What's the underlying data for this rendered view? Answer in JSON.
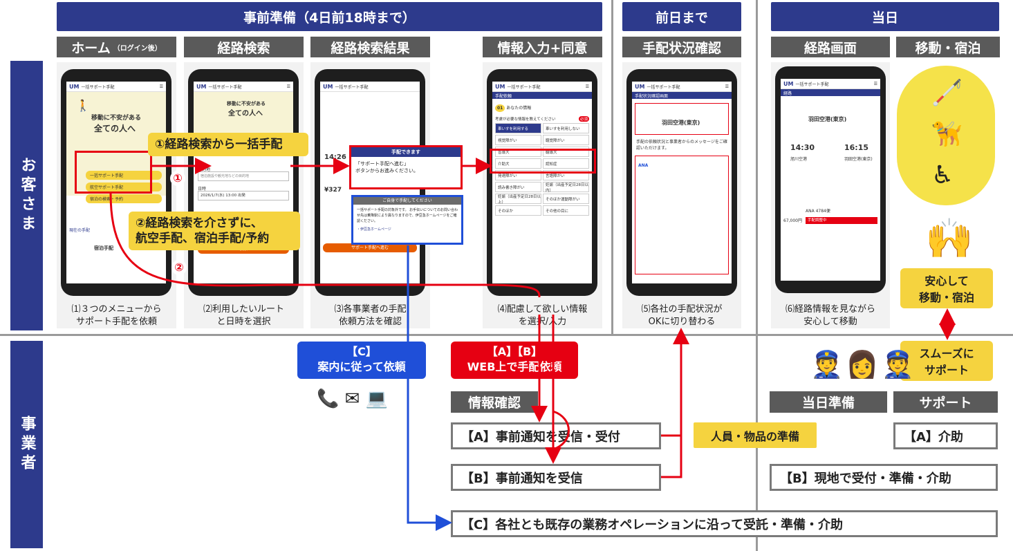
{
  "phases": {
    "prep": "事前準備（4日前18時まで）",
    "day_before": "前日まで",
    "day_of": "当日"
  },
  "columns": {
    "home": "ホーム",
    "home_note": "（ログイン後）",
    "route_search": "経路検索",
    "route_result": "経路検索結果",
    "info_input": "情報入力+同意",
    "status_check": "手配状況確認",
    "route_screen": "経路画面",
    "travel_stay": "移動・宿泊"
  },
  "rows": {
    "customer": "お客さま",
    "operator": "事業者"
  },
  "captions": {
    "c1": "⑴３つのメニューから\nサポート手配を依頼",
    "c2": "⑵利用したいルート\nと日時を選択",
    "c3": "⑶各事業者の手配\n依頼方法を確認",
    "c4": "⑷配慮して欲しい情報\nを選択/入力",
    "c5": "⑸各社の手配状況が\nOKに切り替わる",
    "c6": "⑹経路情報を見ながら\n安心して移動"
  },
  "callouts": {
    "one": "①経路検索から一括手配",
    "two_line1": "②経路検索を介さずに、",
    "two_line2": "航空手配、宿泊手配/予約",
    "marker1": "①",
    "marker2": "②"
  },
  "popup": {
    "ok_title": "手配できます",
    "ok_body": "「サポート手配へ進む」\nボタンからお進みください。",
    "self_title": "ご自身で手配してください",
    "self_body": "一括サポート手配の対象外です。\nお手伝いについてのお問い合わせ先は乗降駅により異なりますので、伊豆急ホームページをご確認ください。",
    "self_link": "・伊豆急ホームページ"
  },
  "phone": {
    "app_name": "一括サポート手配",
    "home_text1": "移動に不安がある",
    "home_text2": "全ての人へ",
    "menu1": "一括サポート手配",
    "menu2": "航空サポート手配",
    "menu3": "宿泊の検索・予約",
    "home_tab": "現在の手配",
    "home_item": "宿泊手配",
    "search_dest": "目的地",
    "search_dest_ph": "宿泊施設や観光地などの目的地",
    "search_date": "日時",
    "search_date_val": "2026/1/7(水) 13:00 出発",
    "search_btn": "検索",
    "result_time": "14:26 - 1",
    "result_price": "¥327",
    "result_submit": "サポート手配へ進む",
    "info_header": "手配依頼",
    "info_step": "あなたの情報",
    "info_q": "考慮が必要な情報を教えてください",
    "info_required": "必須",
    "info_opts": [
      "車いすを利用する",
      "車いすを利用しない",
      "視覚障がい",
      "聴覚障がい",
      "盲導犬",
      "聴導犬",
      "介助犬",
      "認知症",
      "発達障がい",
      "言語障がい",
      "読み書き障がい",
      "妊娠（出産予定日28日以内）",
      "妊娠（出産予定日28日以上）",
      "そのほか運動障がい",
      "そのほか",
      "その他の目に"
    ],
    "status_header": "手配状況確認画面",
    "status_airport": "羽田空港(東京)",
    "status_msg": "手配の依頼状況と事業者からのメッセージをご確認いただけます。",
    "status_airline": "ANA",
    "route_header": "経路",
    "route_airport": "羽田空港(東京)",
    "route_dep_time": "14:30",
    "route_arr_time": "16:15",
    "route_from": "旭川空港",
    "route_to": "羽田空港(東京)",
    "route_fare": "67,000円",
    "route_flight": "ANA 4784便",
    "route_status": "手配調整中"
  },
  "day_of_labels": {
    "reassure": "安心して\n移動・宿泊",
    "smooth": "スムーズに\nサポート"
  },
  "operator": {
    "c_label": "【C】\n案内に従って依頼",
    "ab_label": "【A】【B】\nWEB上で手配依頼",
    "info_check": "情報確認",
    "a_receive": "【A】事前通知を受信・受付",
    "b_receive": "【B】事前通知を受信",
    "prep_people": "人員・物品の準備",
    "day_prep": "当日準備",
    "support": "サポート",
    "a_assist": "【A】介助",
    "b_onsite": "【B】現地で受付・準備・介助",
    "c_existing": "【C】各社とも既存の業務オペレーションに沿って受託・準備・介助"
  },
  "colors": {
    "navy": "#2d3a8c",
    "gray": "#5a5a5a",
    "red": "#e60012",
    "blue": "#1f4fd8",
    "yellow": "#f5d33f"
  }
}
